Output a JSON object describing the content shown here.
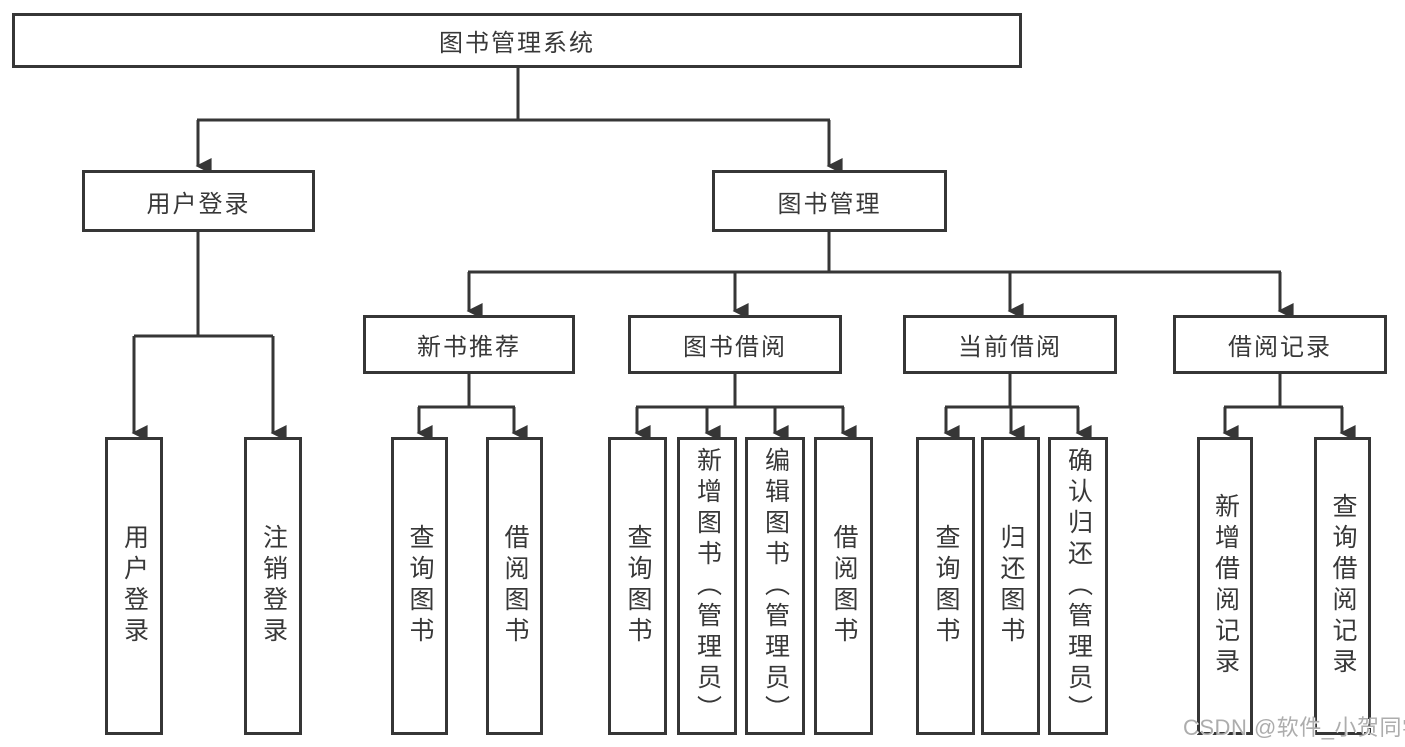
{
  "diagram": {
    "root": {
      "label": "图书管理系统"
    },
    "branches": [
      {
        "label": "用户登录",
        "leaves": [
          "用户登录",
          "注销登录"
        ]
      },
      {
        "label": "图书管理",
        "groups": [
          {
            "label": "新书推荐",
            "leaves": [
              "查询图书",
              "借阅图书"
            ]
          },
          {
            "label": "图书借阅",
            "leaves": [
              "查询图书",
              "新增图书（管理员）",
              "编辑图书（管理员）",
              "借阅图书"
            ]
          },
          {
            "label": "当前借阅",
            "leaves": [
              "查询图书",
              "归还图书",
              "确认归还（管理员）"
            ]
          },
          {
            "label": "借阅记录",
            "leaves": [
              "新增借阅记录",
              "查询借阅记录"
            ]
          }
        ]
      }
    ],
    "colors": {
      "line": "#363636",
      "text": "#383838",
      "watermark": "#adadad"
    },
    "watermark": "CSDN @软件_小贺同学"
  }
}
